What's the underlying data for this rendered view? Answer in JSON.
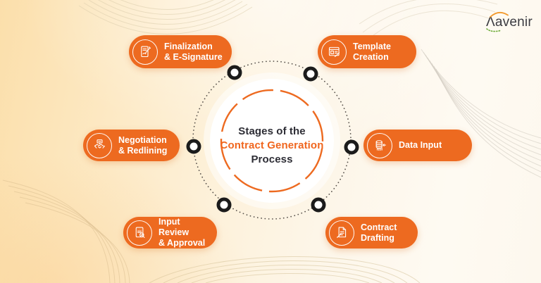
{
  "logo": {
    "name": "Aavenir",
    "display_text": "Λavenir"
  },
  "center": {
    "lines": [
      "Stages of the",
      "Contract Generation",
      "Process"
    ],
    "highlight_line": "Contract Generation"
  },
  "stages": [
    {
      "id": "finalization-esignature",
      "lines": [
        "Finalization",
        "& E-Signature"
      ],
      "icon": "document-signature-pen-icon",
      "position": "top-left"
    },
    {
      "id": "template-creation",
      "lines": [
        "Template",
        "Creation"
      ],
      "icon": "template-layout-pencil-icon",
      "position": "top-right"
    },
    {
      "id": "negotiation-redlining",
      "lines": [
        "Negotiation",
        "& Redlining"
      ],
      "icon": "handshake-chat-icon",
      "position": "left"
    },
    {
      "id": "data-input",
      "lines": [
        "Data Input"
      ],
      "icon": "database-input-icon",
      "position": "right"
    },
    {
      "id": "input-review-approval",
      "lines": [
        "Input Review",
        "& Approval"
      ],
      "icon": "document-review-check-icon",
      "position": "bottom-left"
    },
    {
      "id": "contract-drafting",
      "lines": [
        "Contract",
        "Drafting"
      ],
      "icon": "document-drafting-pencil-icon",
      "position": "bottom-right"
    }
  ],
  "colors": {
    "pill_orange": "#ED6A20",
    "accent_orange": "#F0661E",
    "dark_text": "#2D2D35",
    "node_black": "#1B1B1B",
    "logo_arc_orange": "#F2992B",
    "logo_dots_green": "#76B043",
    "background_peach": "#FBDFAB",
    "background_cream": "#FEFAF2"
  }
}
